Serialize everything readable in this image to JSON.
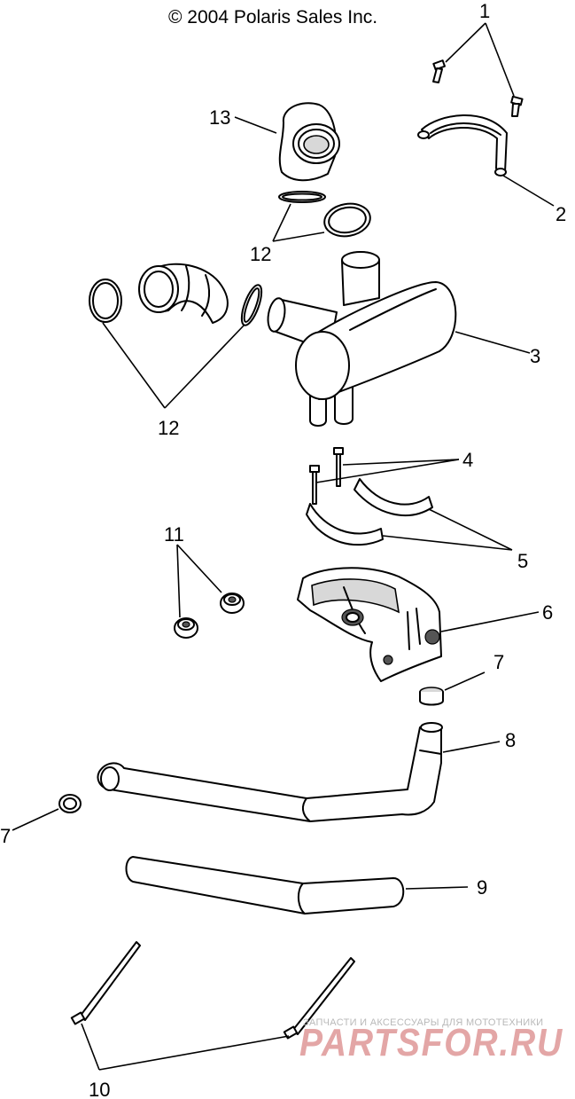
{
  "copyright": "© 2004 Polaris Sales Inc.",
  "callouts": [
    "1",
    "2",
    "3",
    "4",
    "5",
    "6",
    "7",
    "7",
    "8",
    "9",
    "10",
    "11",
    "12",
    "12",
    "13"
  ],
  "watermark": {
    "tagline": "ЗАПЧАСТИ И АКСЕССУАРЫ ДЛЯ МОТОТЕХНИКИ",
    "logo": "PARTSFOR.RU",
    "color": "#e3a6a6"
  },
  "colors": {
    "line": "#000000",
    "background": "#ffffff"
  }
}
